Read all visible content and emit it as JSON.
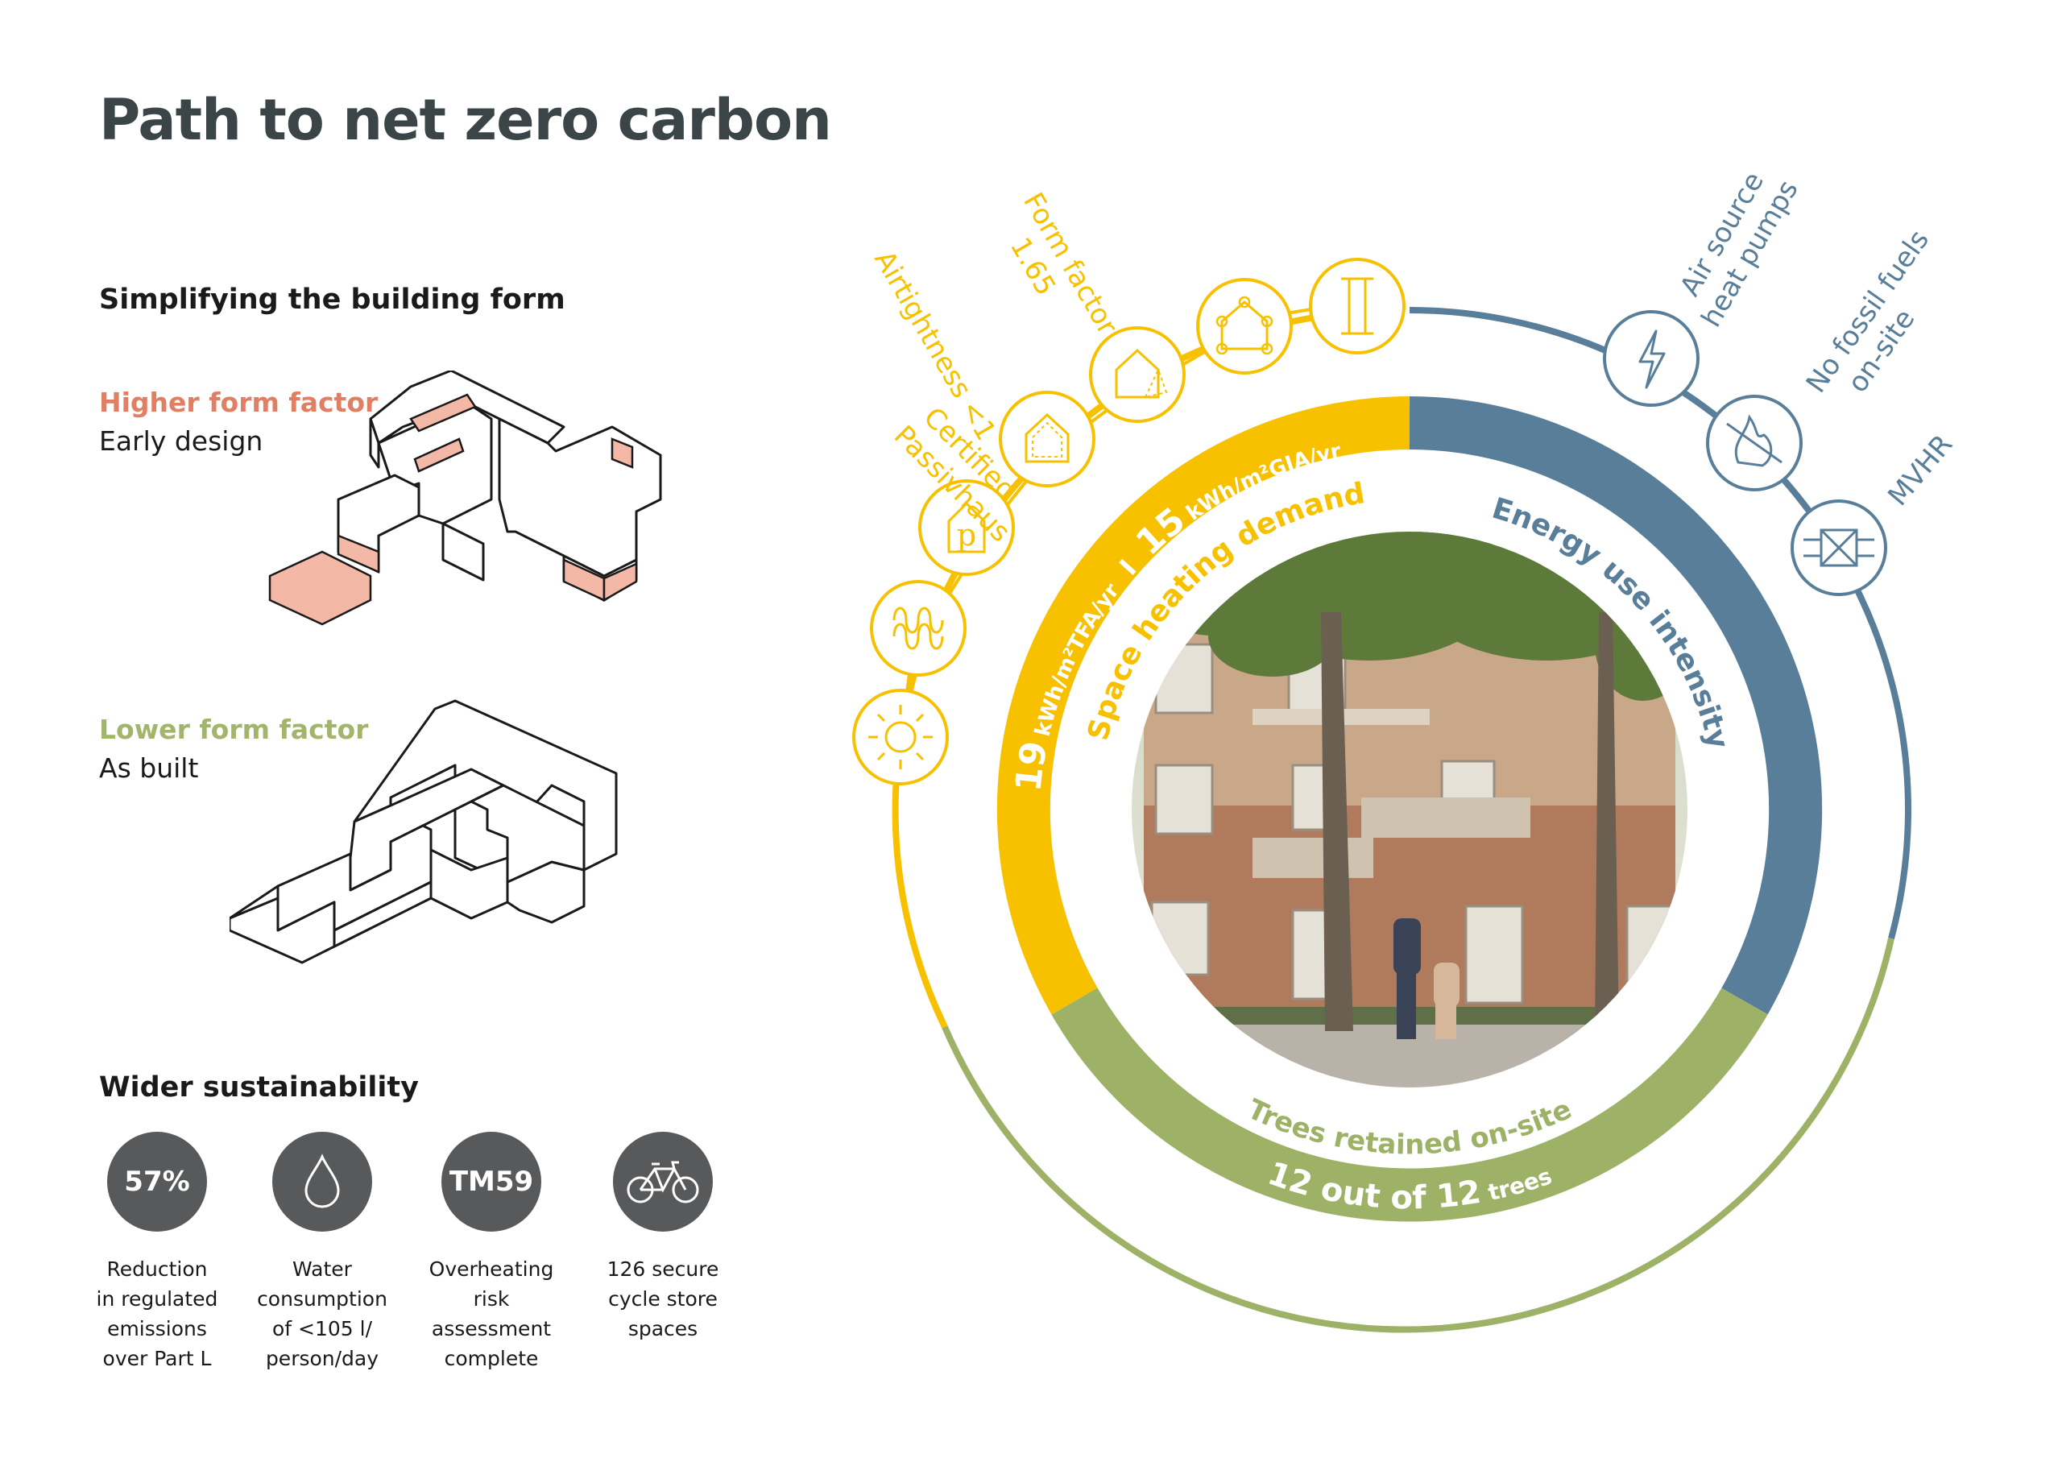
{
  "title": "Path to net zero carbon",
  "form_section": {
    "heading": "Simplifying the building form",
    "higher": {
      "label": "Higher form factor",
      "sub": "Early design"
    },
    "lower": {
      "label": "Lower form factor",
      "sub": "As built"
    }
  },
  "sustainability": {
    "heading": "Wider sustainability",
    "items": [
      {
        "badge": "57%",
        "caption": [
          "Reduction",
          "in regulated",
          "emissions",
          "over Part L"
        ]
      },
      {
        "icon": "water-drop-icon",
        "caption": [
          "Water",
          "consumption",
          "of <105 l/",
          "person/day"
        ]
      },
      {
        "badge": "TM59",
        "caption": [
          "Overheating",
          "risk",
          "assessment",
          "complete"
        ]
      },
      {
        "icon": "bicycle-icon",
        "caption": [
          "126 secure",
          "cycle store",
          "spaces"
        ]
      }
    ]
  },
  "diagram": {
    "space_heating": {
      "title": "Space heating demand",
      "value_a": "19",
      "unit_a": "kWh/m²TFA/yr",
      "separator": "I",
      "value_b": "15",
      "unit_b": "kWh/m²GIA/yr"
    },
    "energy_use": {
      "title": "Energy use intensity"
    },
    "trees": {
      "title": "Trees retained on-site",
      "value": "12 out of 12",
      "unit": "trees"
    },
    "yellow_labels": [
      {
        "lines": [
          "Certified",
          "Passivhaus"
        ]
      },
      {
        "lines": [
          "Airtightness <1"
        ]
      },
      {
        "lines": [
          "Form factor",
          "1.65"
        ]
      }
    ],
    "blue_labels": [
      {
        "lines": [
          "Air source",
          "heat pumps"
        ]
      },
      {
        "lines": [
          "No fossil fuels",
          "on-site"
        ]
      },
      {
        "lines": [
          "MVHR"
        ]
      }
    ]
  },
  "colors": {
    "yellow": "#f7c100",
    "blue": "#587e9a",
    "green": "#9db266",
    "orange_accent": "#e07f63",
    "green_accent": "#a3b56a",
    "badge_grey": "#58595b",
    "title_grey": "#3b4547"
  }
}
